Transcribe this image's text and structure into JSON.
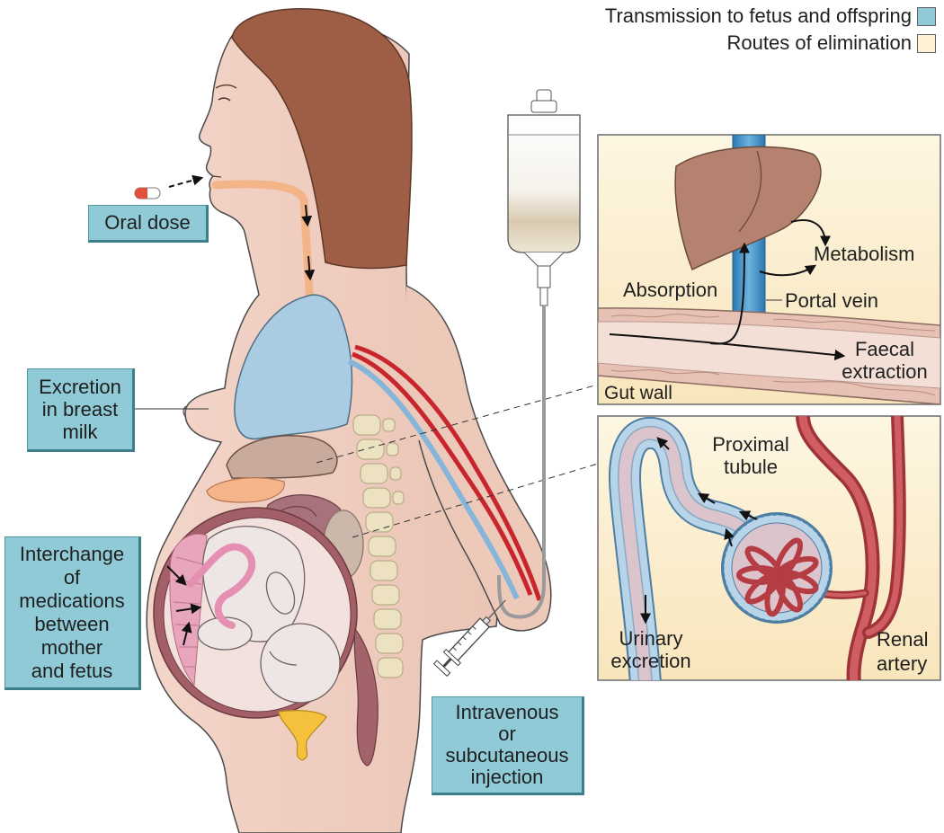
{
  "legend": {
    "transmission": {
      "label": "Transmission to fetus and offspring",
      "color": "#8fcad6"
    },
    "elimination": {
      "label": "Routes of elimination",
      "color": "#fdf1d3"
    }
  },
  "labels": {
    "oral_dose": "Oral dose",
    "breast_milk": [
      "Excretion",
      "in breast",
      "milk"
    ],
    "interchange": [
      "Interchange",
      "of",
      "medications",
      "between",
      "mother",
      "and fetus"
    ],
    "injection": [
      "Intravenous",
      "or",
      "subcutaneous",
      "injection"
    ]
  },
  "liver_panel": {
    "metabolism": "Metabolism",
    "absorption": "Absorption",
    "portal_vein": "Portal vein",
    "faecal_extraction": [
      "Faecal",
      "extraction"
    ],
    "gut_wall": "Gut wall"
  },
  "kidney_panel": {
    "proximal_tubule": [
      "Proximal",
      "tubule"
    ],
    "urinary_excretion": [
      "Urinary",
      "excretion"
    ],
    "renal_artery": [
      "Renal",
      "artery"
    ]
  },
  "colors": {
    "label_box": "#8fcad6",
    "panel_background": "#fbefcf",
    "skin": "#efcfc2",
    "hair": "#9d5e45",
    "lungs": "#a9cce3",
    "artery": "#c8262c",
    "vein": "#86b5da",
    "portal_vein": "#3a8cc4"
  }
}
